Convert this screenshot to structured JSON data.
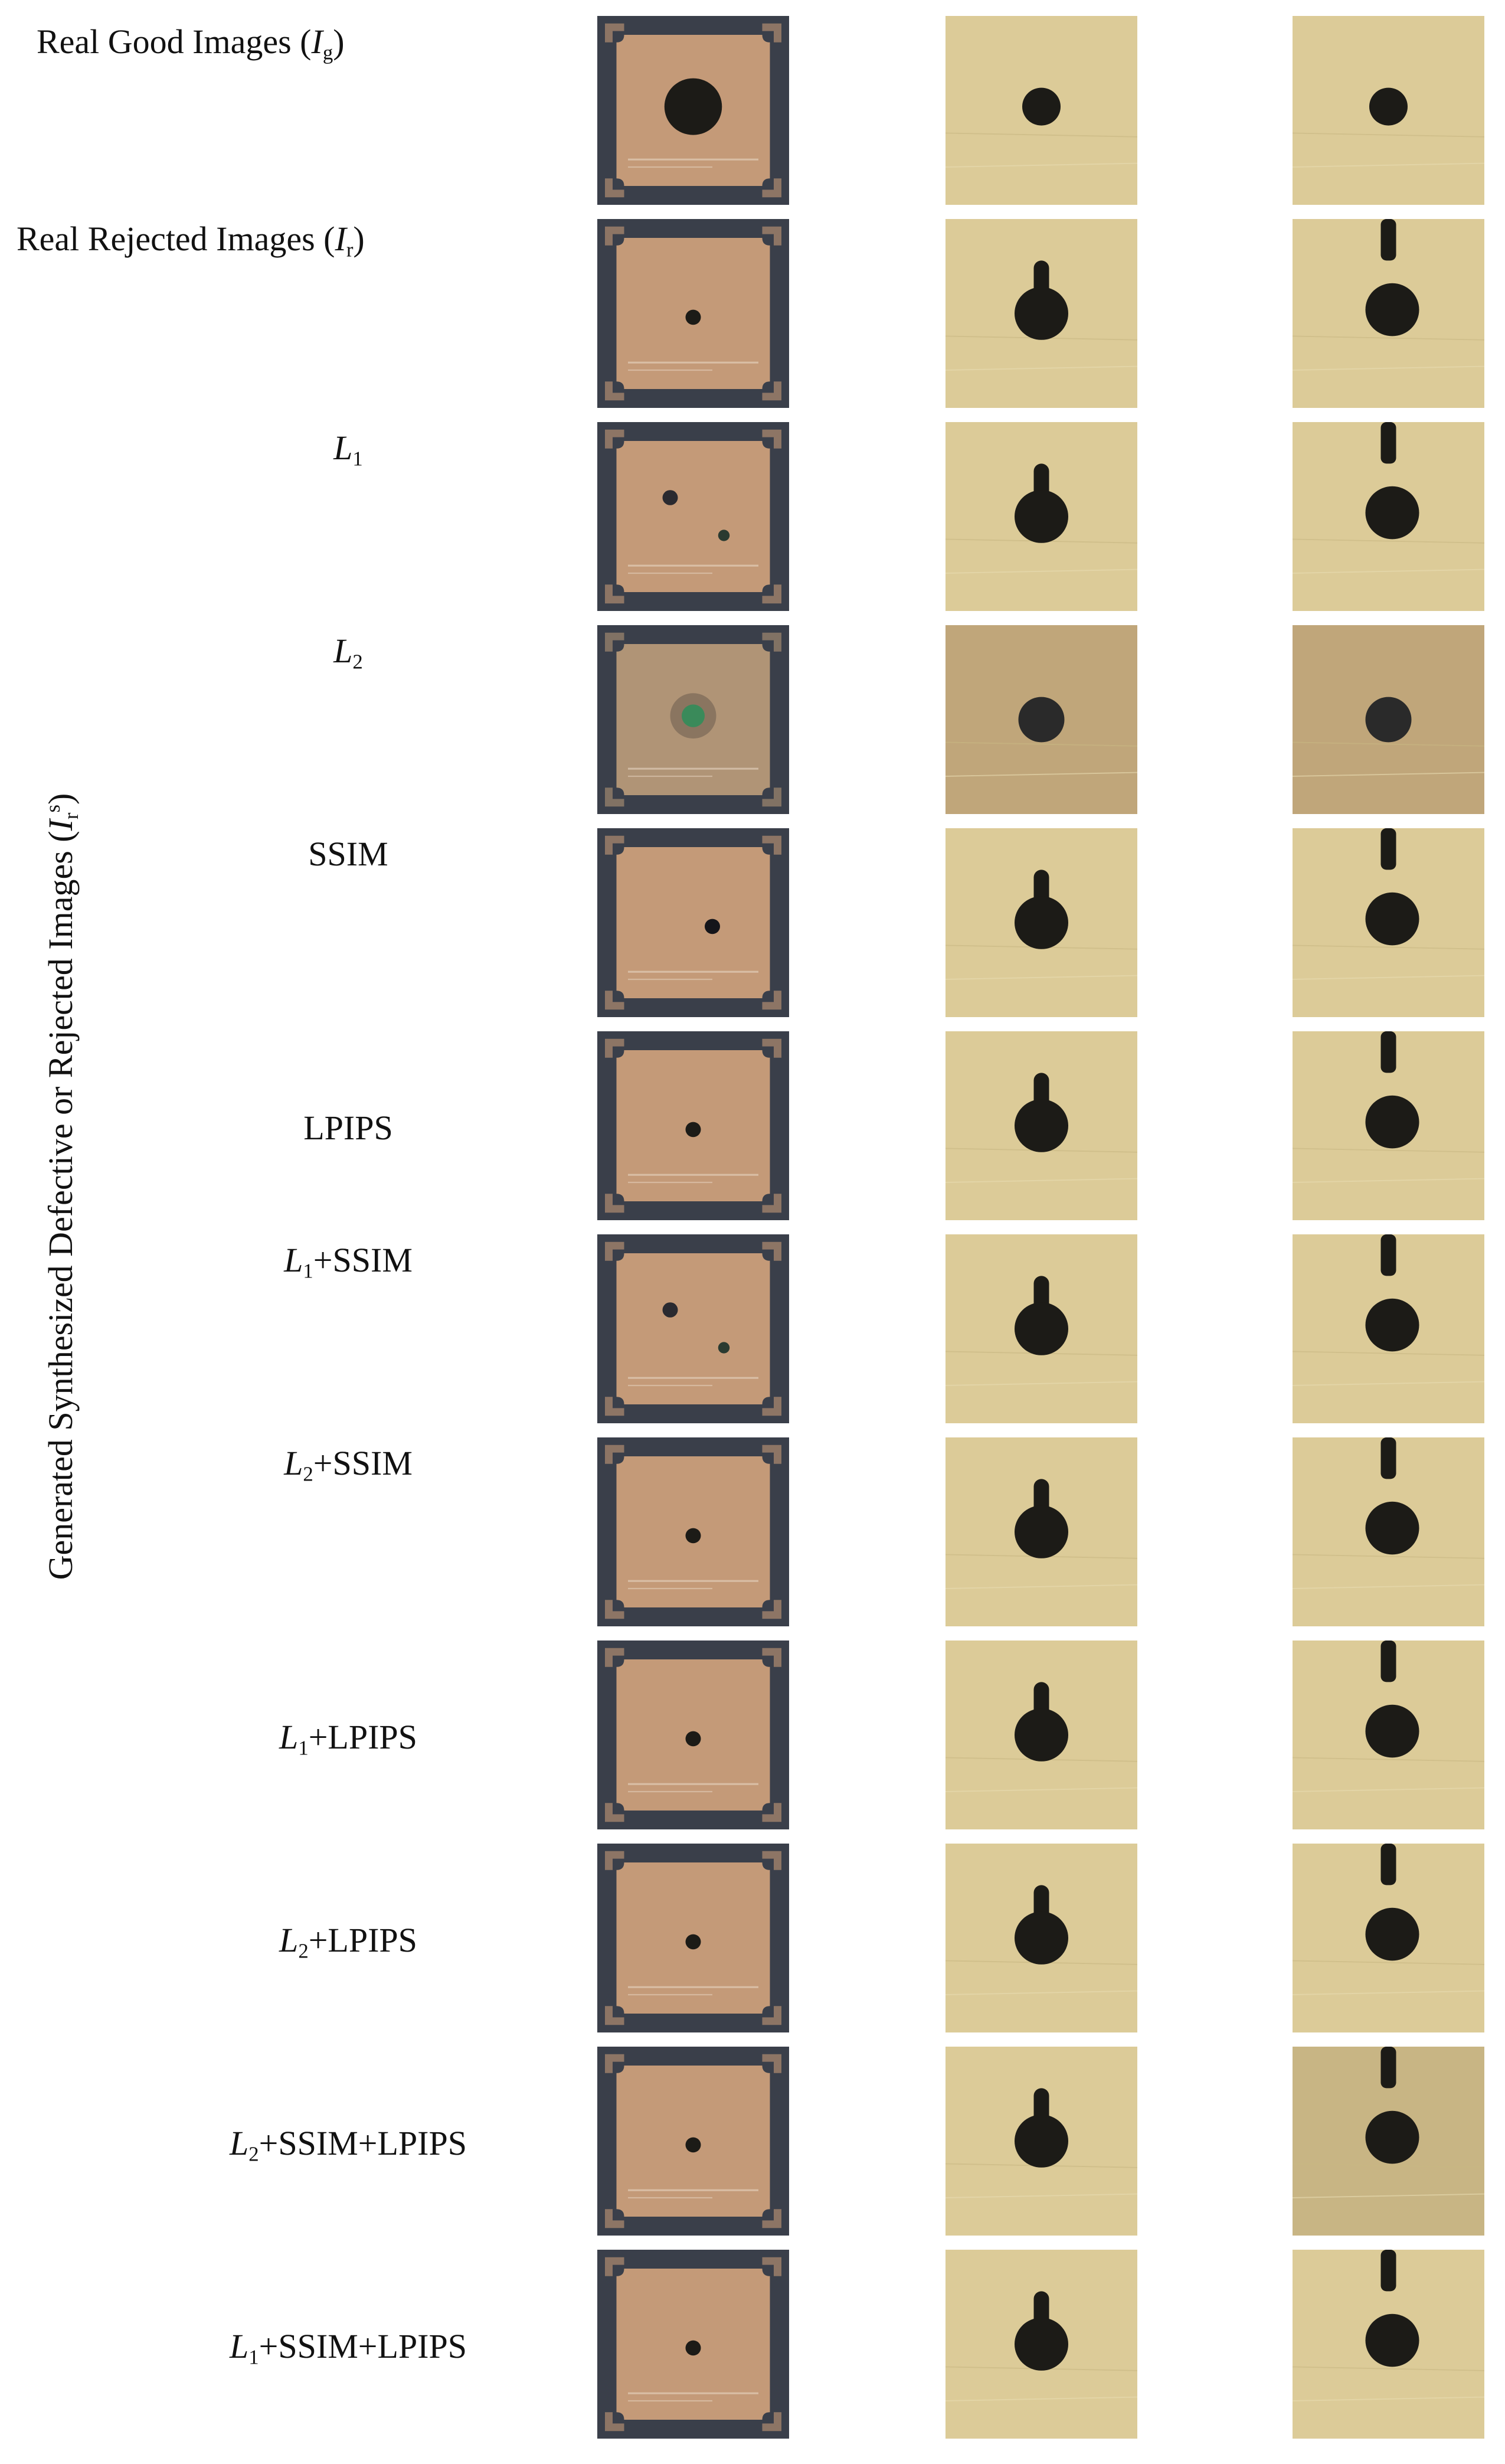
{
  "figure": {
    "vertical_label": {
      "text": "Generated Synthesized Defective or Rejected Images (",
      "symbol": "I",
      "sub": "r",
      "sup": "s",
      "close": ")"
    },
    "rows": [
      {
        "pre": "Real Good Images  (",
        "sym": "I",
        "sub": "g",
        "post": ")",
        "kind": "good"
      },
      {
        "pre": "Real Rejected Images  (",
        "sym": "I",
        "sub": "r",
        "post": ")",
        "kind": "rejected"
      },
      {
        "pre": "",
        "sym": "L",
        "sub": "1",
        "post": "",
        "kind": "gen"
      },
      {
        "pre": "",
        "sym": "L",
        "sub": "2",
        "post": "",
        "kind": "gen"
      },
      {
        "pre": "SSIM",
        "sym": "",
        "sub": "",
        "post": "",
        "kind": "gen"
      },
      {
        "pre": "LPIPS",
        "sym": "",
        "sub": "",
        "post": "",
        "kind": "gen"
      },
      {
        "pre": "",
        "sym": "L",
        "sub": "1",
        "post": "+SSIM",
        "kind": "gen"
      },
      {
        "pre": "",
        "sym": "L",
        "sub": "2",
        "post": "+SSIM",
        "kind": "gen"
      },
      {
        "pre": "",
        "sym": "L",
        "sub": "1",
        "post": "+LPIPS",
        "kind": "gen"
      },
      {
        "pre": "",
        "sym": "L",
        "sub": "2",
        "post": "+LPIPS",
        "kind": "gen"
      },
      {
        "pre": "",
        "sym": "L",
        "sub": "2",
        "post": "+SSIM+LPIPS",
        "kind": "gen"
      },
      {
        "pre": "",
        "sym": "L",
        "sub": "1",
        "post": "+SSIM+LPIPS",
        "kind": "gen"
      }
    ],
    "colors": {
      "pad_col1": "#c49a78",
      "pad_col1_edge": "#3a3f4a",
      "pad_col23": "#dccb98",
      "defect": "#1c1b17"
    }
  }
}
